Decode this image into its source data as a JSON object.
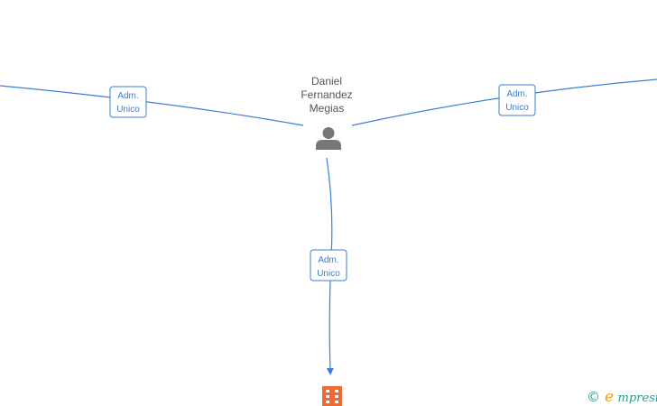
{
  "person": {
    "name_line1": "Daniel",
    "name_line2": "Fernandez",
    "name_line3": "Megias",
    "icon": "person-icon"
  },
  "relations": [
    {
      "line1": "Adm.",
      "line2": "Unico"
    },
    {
      "line1": "Adm.",
      "line2": "Unico"
    },
    {
      "line1": "Adm.",
      "line2": "Unico"
    }
  ],
  "company": {
    "icon": "building-icon"
  },
  "watermark": {
    "copyright": "©",
    "brand_first": "e",
    "brand_rest": "mpresia"
  },
  "colors": {
    "edge": "#3a7fd5",
    "company": "#ee6a35",
    "person": "#777777",
    "brand_teal": "#2a9a8a",
    "brand_orange": "#f0a020"
  }
}
